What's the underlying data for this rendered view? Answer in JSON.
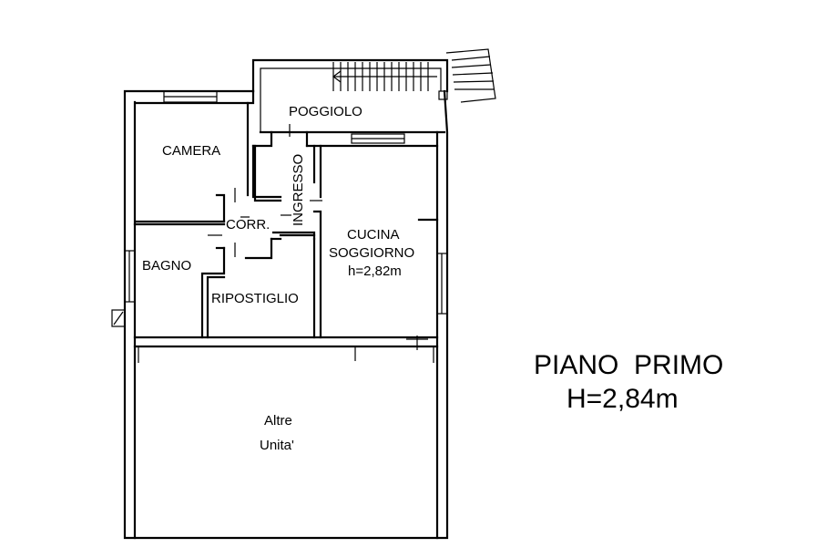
{
  "rooms": {
    "poggiolo": "POGGIOLO",
    "camera": "CAMERA",
    "ingresso": "INGRESSO",
    "corr": "CORR.",
    "bagno": "BAGNO",
    "ripostiglio": "RIPOSTIGLIO",
    "cucina_line1": "CUCINA",
    "cucina_line2": "SOGGIORNO",
    "cucina_height": "h=2,82m",
    "altre_line1": "Altre",
    "altre_line2": "Unita'"
  },
  "title": {
    "main": "PIANO  PRIMO",
    "height": "H=2,84m"
  }
}
